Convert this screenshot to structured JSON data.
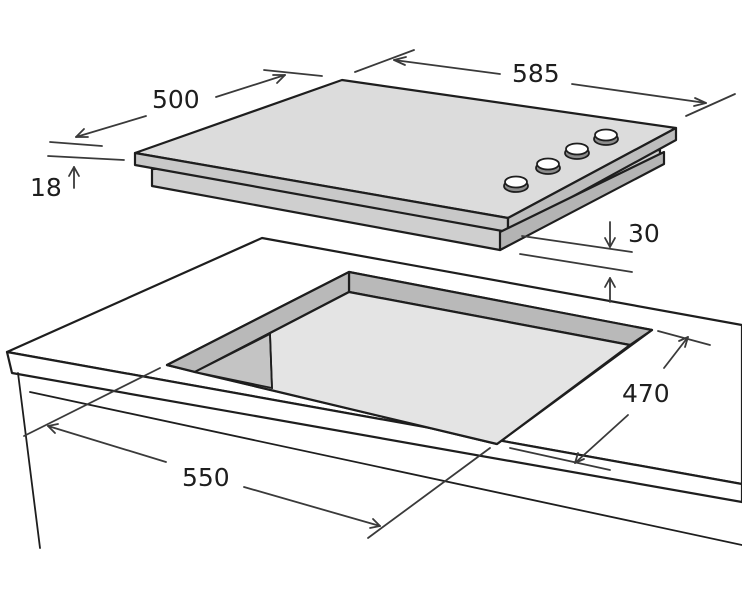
{
  "dimensions": {
    "hob_width": "585",
    "hob_depth": "500",
    "hob_thickness": "18",
    "hob_clearance": "30",
    "cutout_width": "550",
    "cutout_depth": "470"
  },
  "colors": {
    "outline": "#1e1e1e",
    "hob_surface": "#dcdcdc",
    "hob_edge": "#c8c8c8",
    "cutout_floor": "#e4e4e4",
    "cutout_wall": "#b9b9b9",
    "background": "#ffffff"
  }
}
